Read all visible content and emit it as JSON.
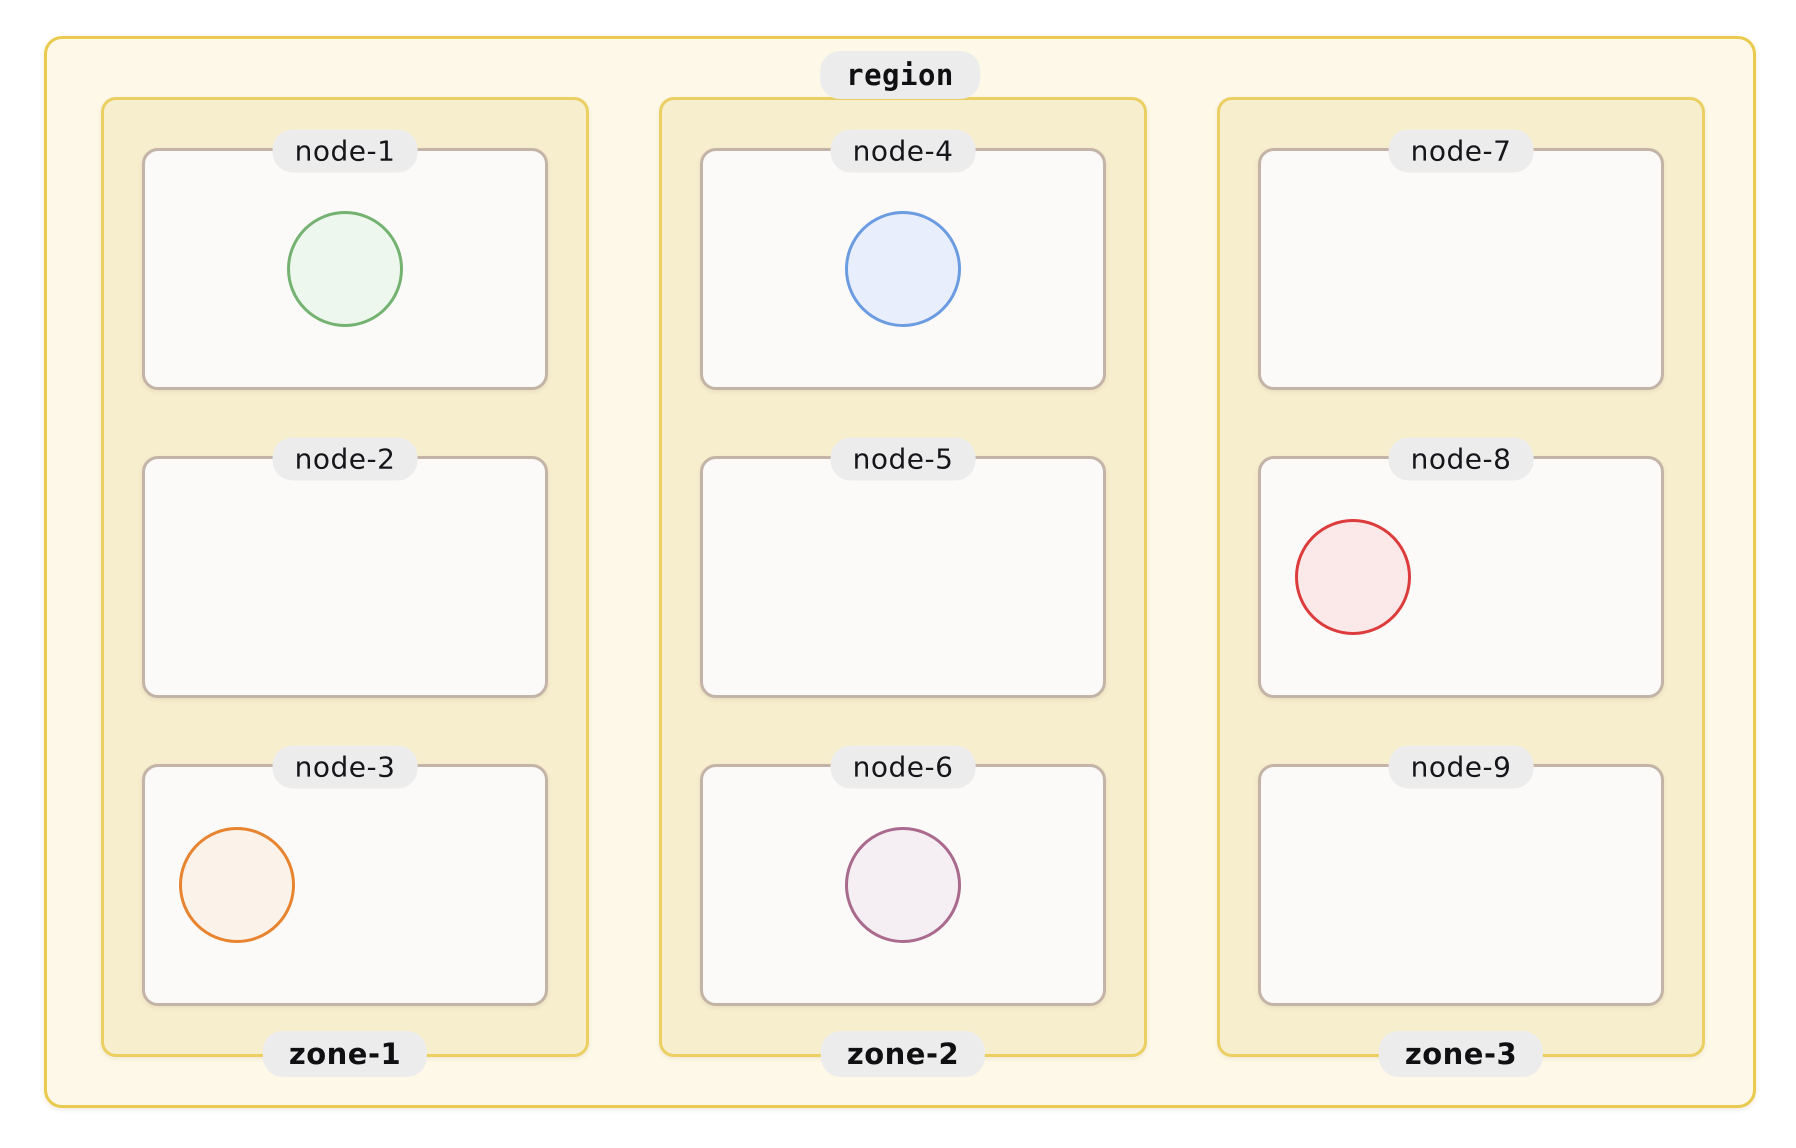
{
  "diagram": {
    "title": "nested region / zone / node cluster diagram",
    "region": {
      "label": "region",
      "border_color": "#e9ca4f",
      "background_color": "#fdf8e7"
    },
    "colors": {
      "zone_border": "#ebcf63",
      "zone_background": "#f7eecd",
      "node_border": "#c4b4a7",
      "node_background": "#fbfaf8",
      "label_pill_background": "#ececed",
      "label_text": "#101012"
    },
    "zones": [
      {
        "label": "zone-1",
        "nodes": [
          {
            "label": "node-1",
            "shape": "circle",
            "shape_position": "center",
            "stroke": "#74b272",
            "fill": "#edf7ed",
            "diameter": 116
          },
          {
            "label": "node-2",
            "shape": "none",
            "shape_position": "center",
            "stroke": "",
            "fill": "",
            "diameter": 0
          },
          {
            "label": "node-3",
            "shape": "circle",
            "shape_position": "left",
            "stroke": "#e8832f",
            "fill": "#fbf2e9",
            "diameter": 116
          }
        ]
      },
      {
        "label": "zone-2",
        "nodes": [
          {
            "label": "node-4",
            "shape": "circle",
            "shape_position": "center",
            "stroke": "#6b9be0",
            "fill": "#e8eefb",
            "diameter": 116
          },
          {
            "label": "node-5",
            "shape": "none",
            "shape_position": "center",
            "stroke": "",
            "fill": "",
            "diameter": 0
          },
          {
            "label": "node-6",
            "shape": "circle",
            "shape_position": "center",
            "stroke": "#a96a8d",
            "fill": "#f5eef3",
            "diameter": 116
          }
        ]
      },
      {
        "label": "zone-3",
        "nodes": [
          {
            "label": "node-7",
            "shape": "none",
            "shape_position": "center",
            "stroke": "",
            "fill": "",
            "diameter": 0
          },
          {
            "label": "node-8",
            "shape": "circle",
            "shape_position": "left",
            "stroke": "#dc3c3c",
            "fill": "#fbe8e8",
            "diameter": 116
          },
          {
            "label": "node-9",
            "shape": "none",
            "shape_position": "center",
            "stroke": "",
            "fill": "",
            "diameter": 0
          }
        ]
      }
    ]
  }
}
